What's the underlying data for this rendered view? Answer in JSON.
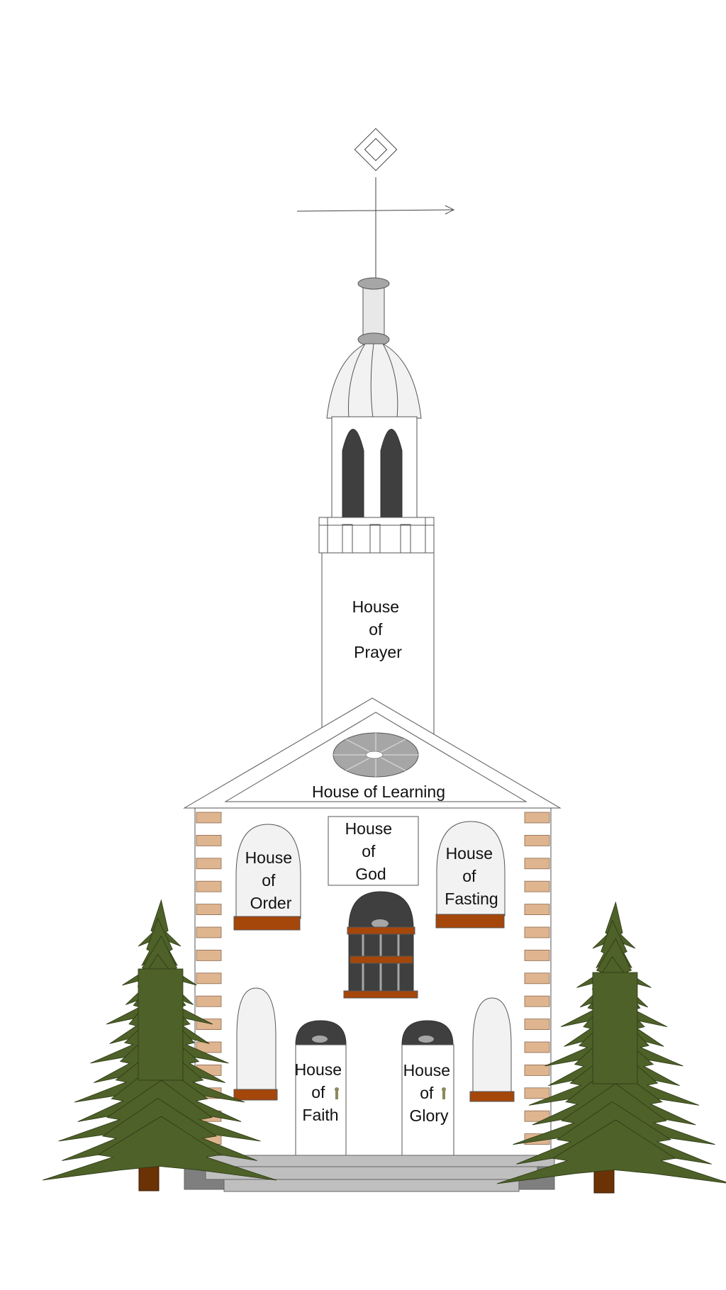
{
  "labels": {
    "prayer": [
      "House",
      "of",
      "Prayer"
    ],
    "learning": "House of Learning",
    "god": [
      "House",
      "of",
      "God"
    ],
    "order": [
      "House",
      "of",
      "Order"
    ],
    "fasting": [
      "House",
      "of",
      "Fasting"
    ],
    "faith": [
      "House",
      "of",
      "Faith"
    ],
    "glory": [
      "House",
      "of",
      "Glory"
    ]
  },
  "colors": {
    "tree_green": "#4e6128",
    "trunk_brown": "#6b3206",
    "sill_orange": "#a5460a",
    "dark_window": "#3f3f3f",
    "quoin_tan": "#dfb58f",
    "light_fill": "#f2f2f2",
    "step_gray": "#a6a6a6",
    "step_dark_gray": "#7f7f7f",
    "rose_window": "#a6a6a6"
  },
  "icons": [
    "weathervane-icon",
    "door-knob-icon",
    "tree-icon"
  ]
}
